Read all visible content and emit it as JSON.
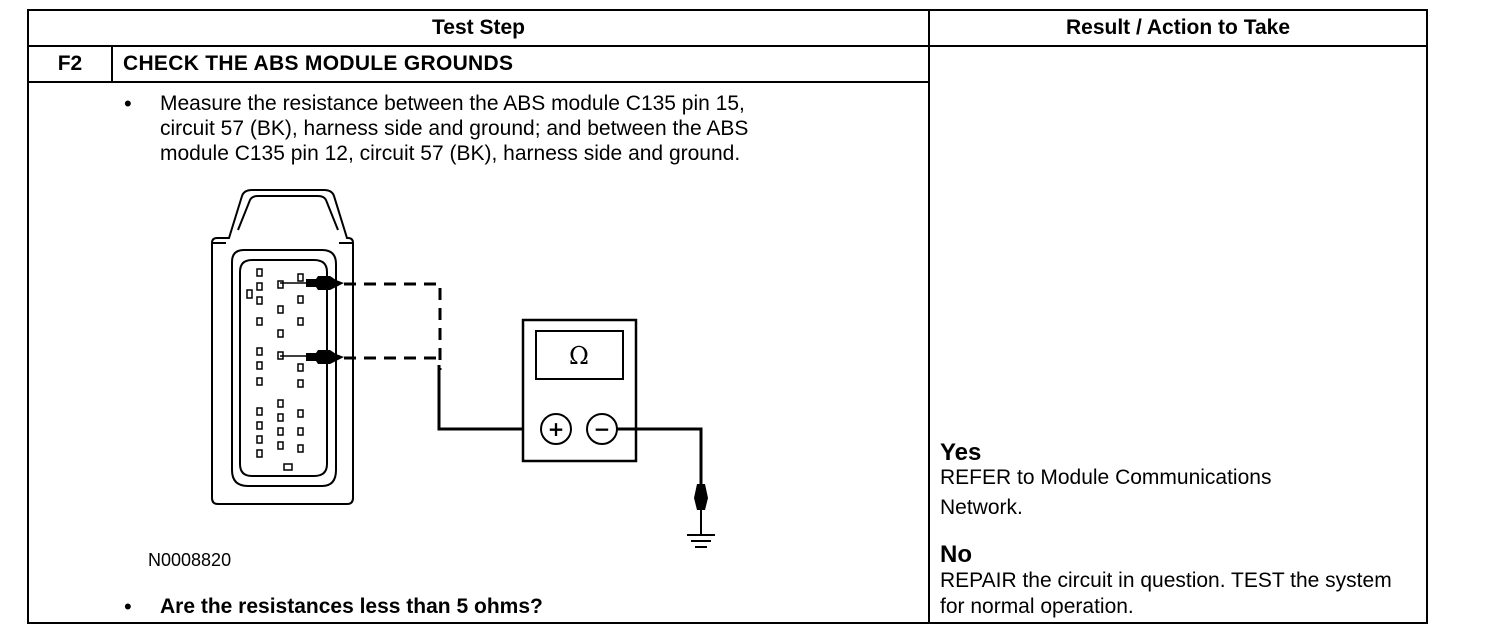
{
  "header": {
    "test_step": "Test Step",
    "result_action": "Result / Action to Take"
  },
  "step": {
    "number": "F2",
    "title": "CHECK THE ABS MODULE GROUNDS",
    "instruction_bullet": "•",
    "instruction": "Measure the resistance between the ABS module C135 pin 15,\ncircuit 57 (BK), harness side and ground; and between the ABS\nmodule C135 pin 12, circuit 57 (BK), harness side and ground.",
    "figure_id": "N0008820",
    "question_bullet": "•",
    "question": "Are the resistances less than 5 ohms?"
  },
  "meter": {
    "symbol": "Ω",
    "plus": "+",
    "minus": "−"
  },
  "result": {
    "yes_label": "Yes",
    "yes_text": "REFER to Module Communications Network.",
    "no_label": "No",
    "no_text": "REPAIR the circuit in question. TEST the system for normal operation."
  }
}
